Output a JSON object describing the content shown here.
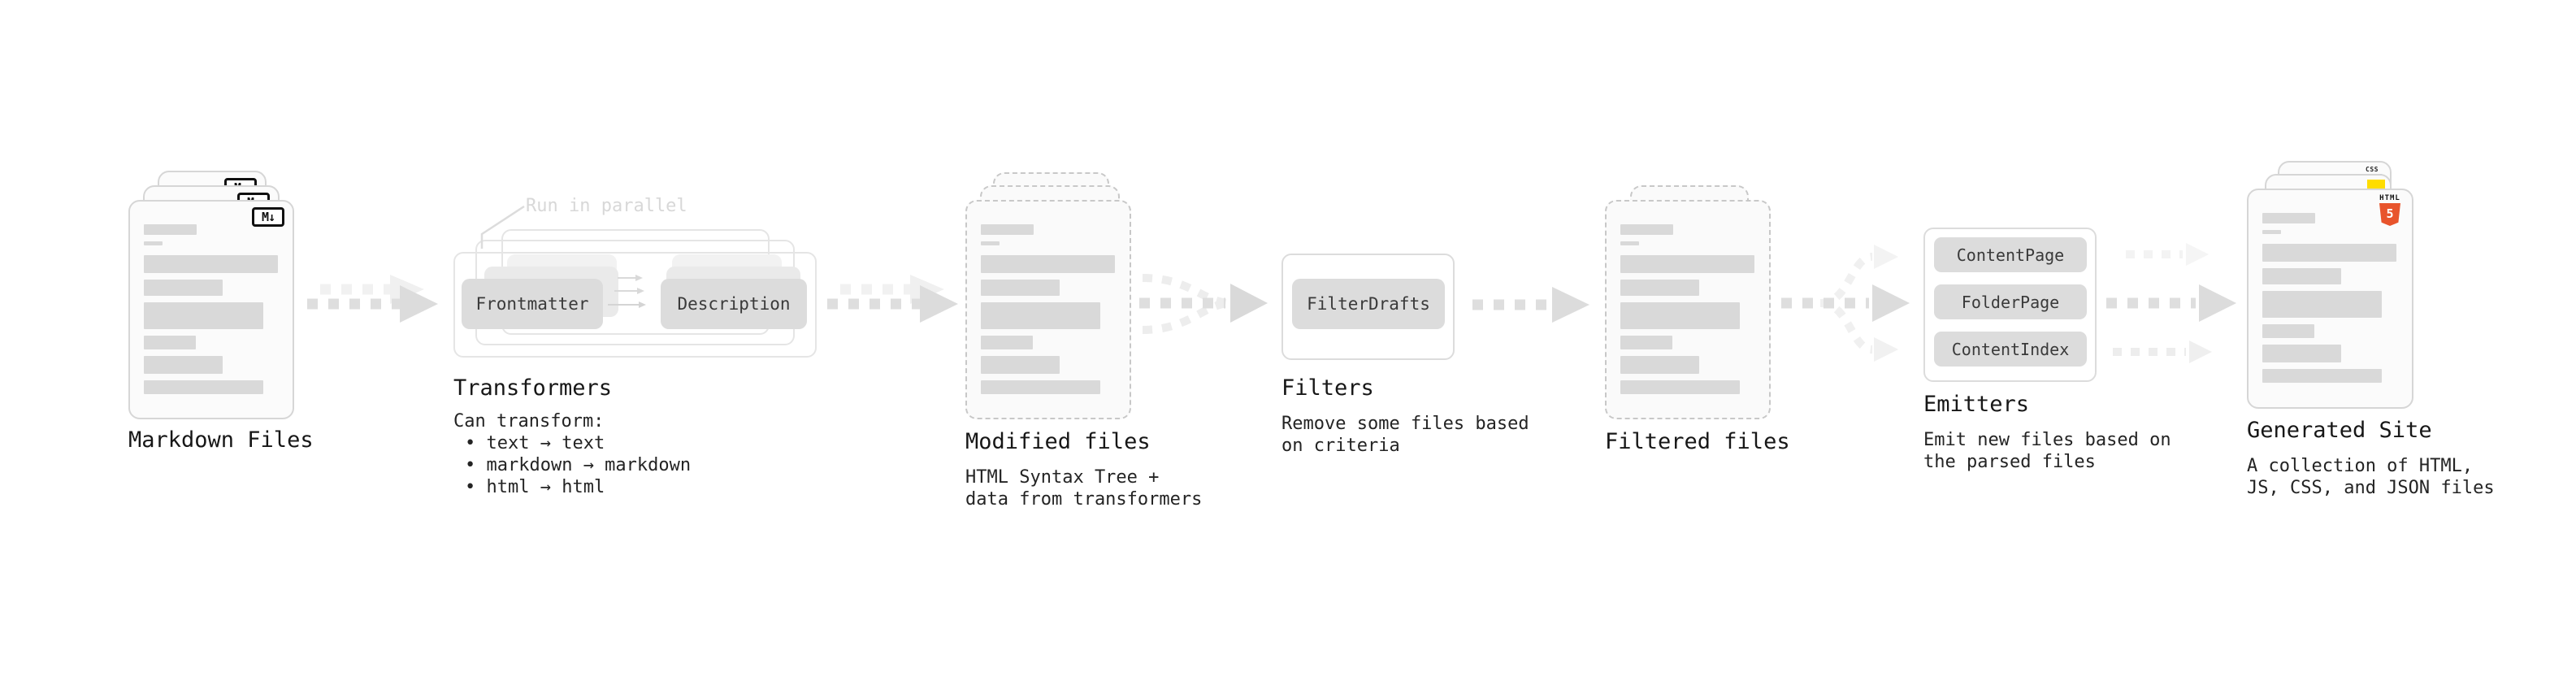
{
  "stages": {
    "markdown": {
      "title": "Markdown Files",
      "badge": "M↓"
    },
    "transformers": {
      "title": "Transformers",
      "note": "Run in parallel",
      "chip_from": "Frontmatter",
      "chip_to": "Description",
      "desc_heading": "Can transform:",
      "bullets": [
        "• text → text",
        "• markdown → markdown",
        "• html → html"
      ]
    },
    "modified": {
      "title": "Modified files",
      "desc": [
        "HTML Syntax Tree +",
        "data from transformers"
      ]
    },
    "filters": {
      "title": "Filters",
      "chip": "FilterDrafts",
      "desc": [
        "Remove some files based",
        "on criteria"
      ]
    },
    "filtered": {
      "title": "Filtered files"
    },
    "emitters": {
      "title": "Emitters",
      "chips": [
        "ContentPage",
        "FolderPage",
        "ContentIndex"
      ],
      "desc": [
        "Emit new files based on",
        "the parsed files"
      ]
    },
    "generated": {
      "title": "Generated Site",
      "badge_css": "CSS",
      "badge_html": "HTML",
      "badge_html_num": "5",
      "desc": [
        "A collection of HTML,",
        "JS, CSS, and JSON files"
      ]
    }
  },
  "colors": {
    "html5_orange": "#e8542c",
    "js_yellow": "#ffdd00",
    "css_blue": "#2563eb",
    "chip_gray": "#dcdcdc",
    "bar_gray": "#d9d9d9",
    "arrow_gray": "#dedede",
    "note_gray": "#d8d8d8"
  }
}
